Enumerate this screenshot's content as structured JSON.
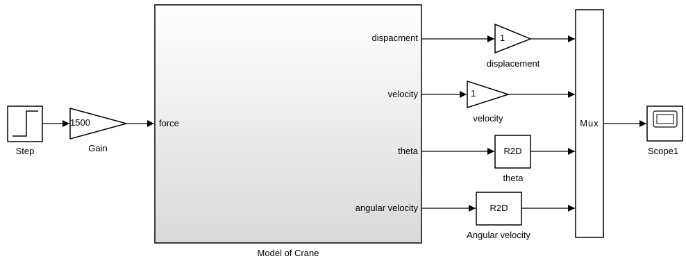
{
  "blocks": {
    "step": {
      "label": "Step"
    },
    "gain": {
      "label": "Gain",
      "value": "1500"
    },
    "crane": {
      "label": "Model of Crane",
      "input_port": "force",
      "output_ports": [
        "dispacment",
        "velocity",
        "theta",
        "angular velocity"
      ]
    },
    "gain_displacement": {
      "label": "displacement",
      "value": "1"
    },
    "gain_velocity": {
      "label": "velocity",
      "value": "1"
    },
    "r2d_theta": {
      "label": "theta",
      "value": "R2D"
    },
    "r2d_angular": {
      "label": "Angular velocity",
      "value": "R2D"
    },
    "mux": {
      "label": "Mux"
    },
    "scope": {
      "label": "Scope1"
    }
  },
  "colors": {
    "line": "#000000",
    "block_border": "#000000",
    "block_fill": "#ffffff",
    "subsystem_gradient_top": "#ffffff",
    "subsystem_gradient_bottom": "#d9d9d9"
  }
}
